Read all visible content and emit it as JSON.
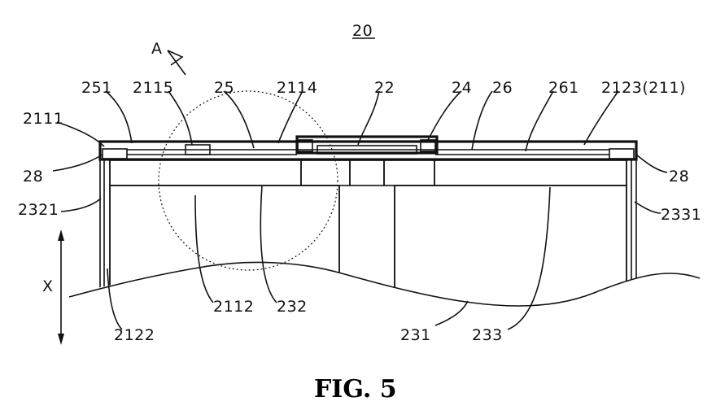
{
  "figure": {
    "device_number": "20",
    "caption": "FIG. 5",
    "detail_marker": "A",
    "direction_label": "X"
  },
  "labels": {
    "l251": "251",
    "l2115": "2115",
    "l25": "25",
    "l2114": "2114",
    "l22": "22",
    "l24": "24",
    "l26": "26",
    "l261": "261",
    "l2123": "2123(211)",
    "l2111": "2111",
    "l28_left": "28",
    "l28_right": "28",
    "l2321": "2321",
    "l2331": "2331",
    "l2112": "2112",
    "l232": "232",
    "l2122": "2122",
    "l231": "231",
    "l233": "233"
  }
}
